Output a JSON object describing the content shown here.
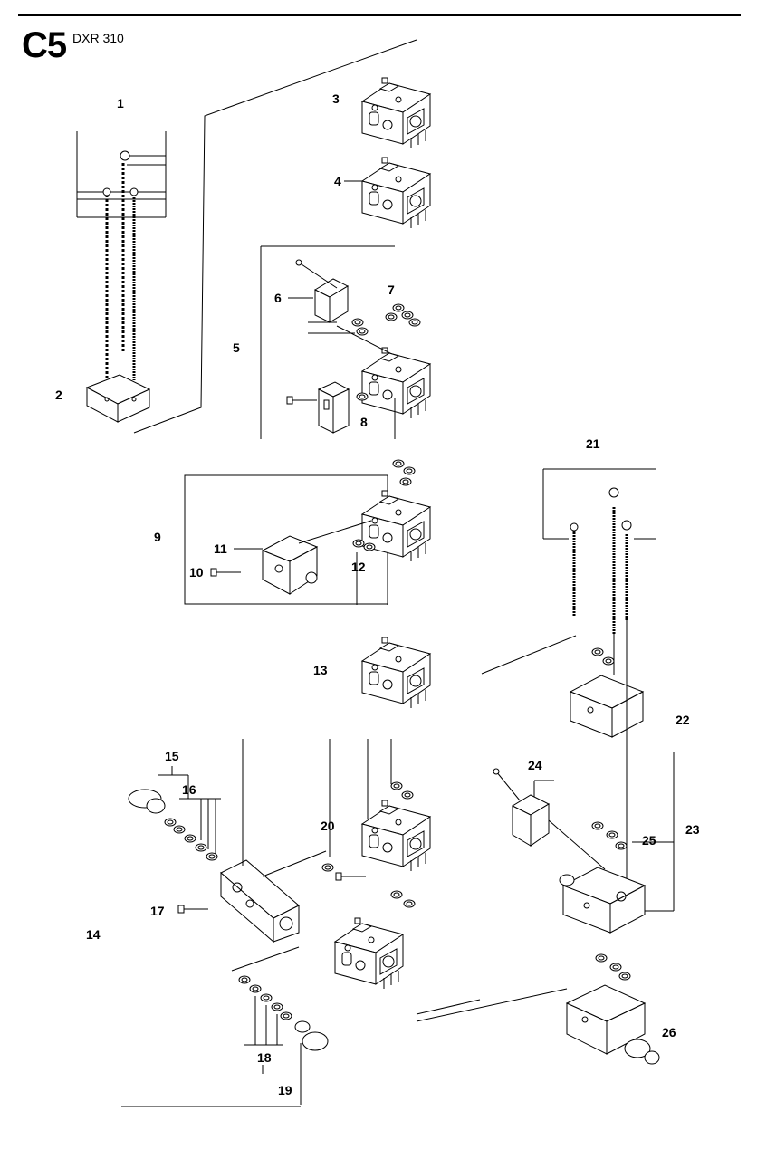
{
  "header": {
    "section_code": "C5",
    "model": "DXR 310"
  },
  "callouts": [
    "1",
    "2",
    "3",
    "4",
    "5",
    "6",
    "7",
    "8",
    "9",
    "10",
    "11",
    "12",
    "13",
    "14",
    "15",
    "16",
    "17",
    "18",
    "19",
    "20",
    "21",
    "22",
    "23",
    "24",
    "25",
    "26"
  ],
  "colors": {
    "line": "#000000",
    "part_fill": "#ffffff",
    "shade": "#d8d8d8"
  }
}
